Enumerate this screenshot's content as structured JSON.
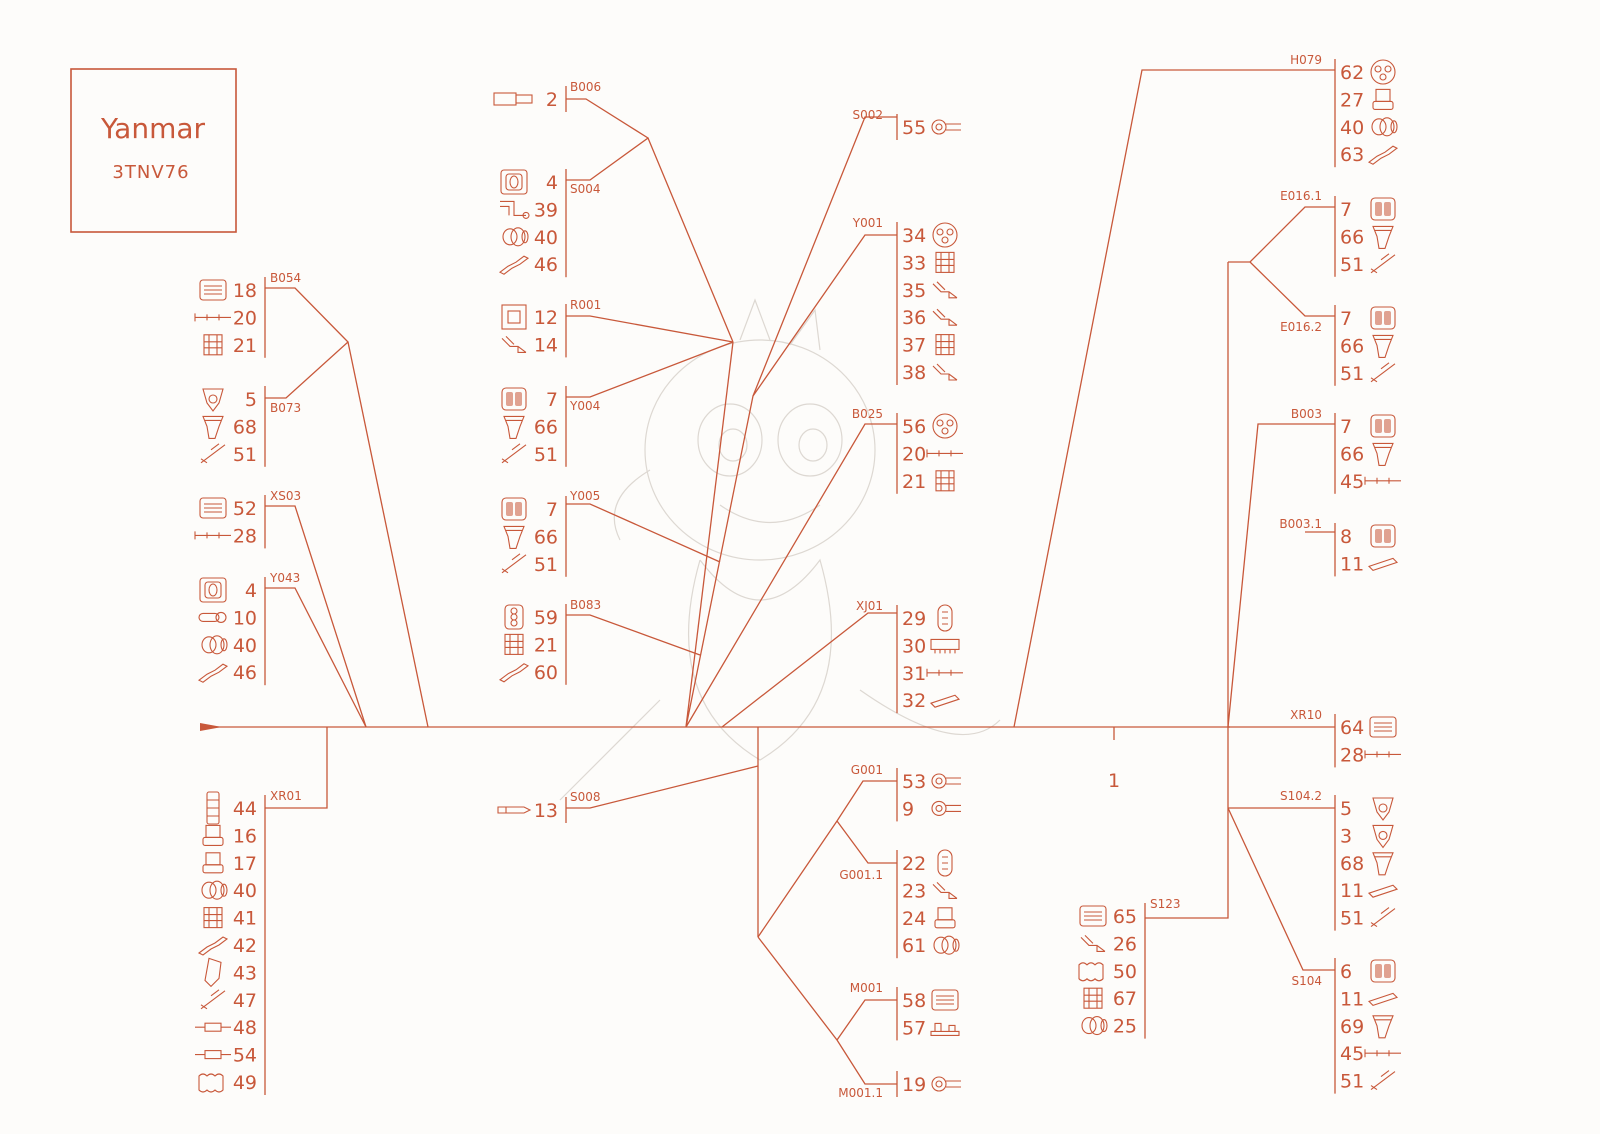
{
  "colors": {
    "line": "#c8583a",
    "background": "#fdfcfa",
    "watermark": "#ddd8d2"
  },
  "title_block": {
    "make": "Yanmar",
    "model": "3TNV76"
  },
  "trunk_label": "1",
  "groups": [
    {
      "id": "B006",
      "items": [
        {
          "num": "2",
          "icon": "fuse-holder-icon"
        }
      ]
    },
    {
      "id": "S004",
      "items": [
        {
          "num": "4",
          "icon": "sensor-connector-icon"
        },
        {
          "num": "39",
          "icon": "elbow-terminal-icon"
        },
        {
          "num": "40",
          "icon": "seal-icon"
        },
        {
          "num": "46",
          "icon": "crimp-terminal-icon"
        }
      ]
    },
    {
      "id": "R001",
      "items": [
        {
          "num": "12",
          "icon": "relay-connector-icon"
        },
        {
          "num": "14",
          "icon": "blade-terminal-icon"
        }
      ]
    },
    {
      "id": "Y004",
      "items": [
        {
          "num": "7",
          "icon": "two-pin-connector-icon"
        },
        {
          "num": "66",
          "icon": "wedge-lock-icon"
        },
        {
          "num": "51",
          "icon": "pin-terminal-icon"
        }
      ]
    },
    {
      "id": "Y005",
      "items": [
        {
          "num": "7",
          "icon": "two-pin-connector-icon"
        },
        {
          "num": "66",
          "icon": "wedge-lock-icon"
        },
        {
          "num": "51",
          "icon": "pin-terminal-icon"
        }
      ]
    },
    {
      "id": "B083",
      "items": [
        {
          "num": "59",
          "icon": "three-pin-connector-icon"
        },
        {
          "num": "21",
          "icon": "terminal-block-icon"
        },
        {
          "num": "60",
          "icon": "crimp-terminal-icon"
        }
      ]
    },
    {
      "id": "S008",
      "items": [
        {
          "num": "13",
          "icon": "bullet-terminal-icon"
        }
      ]
    },
    {
      "id": "B054",
      "items": [
        {
          "num": "18",
          "icon": "multi-pin-connector-icon"
        },
        {
          "num": "20",
          "icon": "long-pin-icon"
        },
        {
          "num": "21",
          "icon": "terminal-block-icon"
        }
      ]
    },
    {
      "id": "B073",
      "items": [
        {
          "num": "5",
          "icon": "triangular-connector-icon"
        },
        {
          "num": "68",
          "icon": "wedge-lock-icon"
        },
        {
          "num": "51",
          "icon": "pin-terminal-icon"
        }
      ]
    },
    {
      "id": "XS03",
      "items": [
        {
          "num": "52",
          "icon": "multi-pin-connector-icon"
        },
        {
          "num": "28",
          "icon": "long-pin-icon"
        }
      ]
    },
    {
      "id": "Y043",
      "items": [
        {
          "num": "4",
          "icon": "sensor-connector-icon"
        },
        {
          "num": "10",
          "icon": "bolt-terminal-icon"
        },
        {
          "num": "40",
          "icon": "seal-icon"
        },
        {
          "num": "46",
          "icon": "crimp-terminal-icon"
        }
      ]
    },
    {
      "id": "XR01",
      "items": [
        {
          "num": "44",
          "icon": "tall-connector-icon"
        },
        {
          "num": "16",
          "icon": "socket-icon"
        },
        {
          "num": "17",
          "icon": "socket-icon"
        },
        {
          "num": "40",
          "icon": "seal-icon"
        },
        {
          "num": "41",
          "icon": "terminal-block-icon"
        },
        {
          "num": "42",
          "icon": "crimp-terminal-icon"
        },
        {
          "num": "43",
          "icon": "boot-icon"
        },
        {
          "num": "47",
          "icon": "pin-terminal-icon"
        },
        {
          "num": "48",
          "icon": "inline-fuse-icon"
        },
        {
          "num": "54",
          "icon": "inline-fuse-icon"
        },
        {
          "num": "49",
          "icon": "corrugated-boot-icon"
        }
      ]
    },
    {
      "id": "S002",
      "items": [
        {
          "num": "55",
          "icon": "ring-terminal-icon"
        }
      ]
    },
    {
      "id": "Y001",
      "items": [
        {
          "num": "34",
          "icon": "round-connector-icon"
        },
        {
          "num": "33",
          "icon": "terminal-block-icon"
        },
        {
          "num": "35",
          "icon": "blade-terminal-icon"
        },
        {
          "num": "36",
          "icon": "blade-terminal-icon"
        },
        {
          "num": "37",
          "icon": "terminal-block-icon"
        },
        {
          "num": "38",
          "icon": "blade-terminal-icon"
        }
      ]
    },
    {
      "id": "B025",
      "items": [
        {
          "num": "56",
          "icon": "round-connector-icon"
        },
        {
          "num": "20",
          "icon": "long-pin-icon"
        },
        {
          "num": "21",
          "icon": "terminal-block-icon"
        }
      ]
    },
    {
      "id": "XJ01",
      "items": [
        {
          "num": "29",
          "icon": "oval-connector-icon"
        },
        {
          "num": "30",
          "icon": "comb-connector-icon"
        },
        {
          "num": "31",
          "icon": "long-pin-icon"
        },
        {
          "num": "32",
          "icon": "sleeve-icon"
        }
      ]
    },
    {
      "id": "G001",
      "items": [
        {
          "num": "53",
          "icon": "ring-terminal-icon"
        },
        {
          "num": "9",
          "icon": "ring-terminal-icon"
        }
      ]
    },
    {
      "id": "G001.1",
      "items": [
        {
          "num": "22",
          "icon": "oval-connector-icon"
        },
        {
          "num": "23",
          "icon": "blade-terminal-icon"
        },
        {
          "num": "24",
          "icon": "socket-icon"
        },
        {
          "num": "61",
          "icon": "seal-icon"
        }
      ]
    },
    {
      "id": "M001",
      "items": [
        {
          "num": "58",
          "icon": "multi-pin-connector-icon"
        },
        {
          "num": "57",
          "icon": "base-plate-icon"
        }
      ]
    },
    {
      "id": "M001.1",
      "items": [
        {
          "num": "19",
          "icon": "ring-terminal-icon"
        }
      ]
    },
    {
      "id": "H079",
      "items": [
        {
          "num": "62",
          "icon": "round-connector-icon"
        },
        {
          "num": "27",
          "icon": "socket-icon"
        },
        {
          "num": "40",
          "icon": "seal-icon"
        },
        {
          "num": "63",
          "icon": "crimp-terminal-icon"
        }
      ]
    },
    {
      "id": "E016.1",
      "items": [
        {
          "num": "7",
          "icon": "two-pin-connector-icon"
        },
        {
          "num": "66",
          "icon": "wedge-lock-icon"
        },
        {
          "num": "51",
          "icon": "pin-terminal-icon"
        }
      ]
    },
    {
      "id": "E016.2",
      "items": [
        {
          "num": "7",
          "icon": "two-pin-connector-icon"
        },
        {
          "num": "66",
          "icon": "wedge-lock-icon"
        },
        {
          "num": "51",
          "icon": "pin-terminal-icon"
        }
      ]
    },
    {
      "id": "B003",
      "items": [
        {
          "num": "7",
          "icon": "two-pin-connector-icon"
        },
        {
          "num": "66",
          "icon": "wedge-lock-icon"
        },
        {
          "num": "45",
          "icon": "long-pin-icon"
        }
      ]
    },
    {
      "id": "B003.1",
      "items": [
        {
          "num": "8",
          "icon": "two-pin-connector-icon"
        },
        {
          "num": "11",
          "icon": "sleeve-icon"
        }
      ]
    },
    {
      "id": "XR10",
      "items": [
        {
          "num": "64",
          "icon": "multi-pin-connector-icon"
        },
        {
          "num": "28",
          "icon": "long-pin-icon"
        }
      ]
    },
    {
      "id": "S104.2",
      "items": [
        {
          "num": "5",
          "icon": "triangular-connector-icon"
        },
        {
          "num": "3",
          "icon": "triangular-connector-icon"
        },
        {
          "num": "68",
          "icon": "wedge-lock-icon"
        },
        {
          "num": "11",
          "icon": "sleeve-icon"
        },
        {
          "num": "51",
          "icon": "pin-terminal-icon"
        }
      ]
    },
    {
      "id": "S104",
      "items": [
        {
          "num": "6",
          "icon": "two-pin-connector-icon"
        },
        {
          "num": "11",
          "icon": "sleeve-icon"
        },
        {
          "num": "69",
          "icon": "wedge-lock-icon"
        },
        {
          "num": "45",
          "icon": "long-pin-icon"
        },
        {
          "num": "51",
          "icon": "pin-terminal-icon"
        }
      ]
    },
    {
      "id": "S123",
      "items": [
        {
          "num": "65",
          "icon": "multi-pin-connector-icon"
        },
        {
          "num": "26",
          "icon": "blade-terminal-icon"
        },
        {
          "num": "50",
          "icon": "corrugated-boot-icon"
        },
        {
          "num": "67",
          "icon": "terminal-block-icon"
        },
        {
          "num": "25",
          "icon": "seal-icon"
        }
      ]
    }
  ]
}
